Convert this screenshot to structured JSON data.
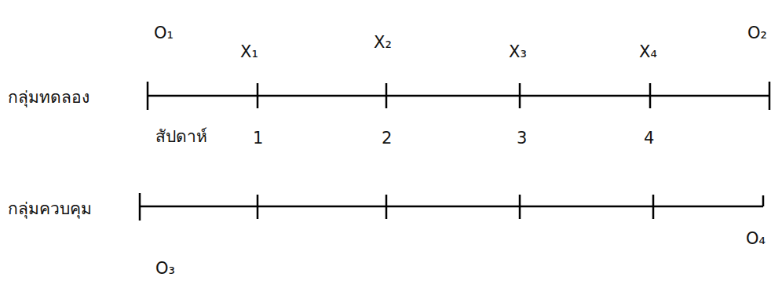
{
  "diagram": {
    "labels": [
      "O₁",
      "X₁",
      "X₂",
      "X₃",
      "X₄",
      "O₂",
      "กลุ่มทดลอง",
      "สัปดาห์",
      "1",
      "2",
      "3",
      "4",
      "กลุ่มควบคุม",
      "O₄",
      "O₃"
    ]
  }
}
